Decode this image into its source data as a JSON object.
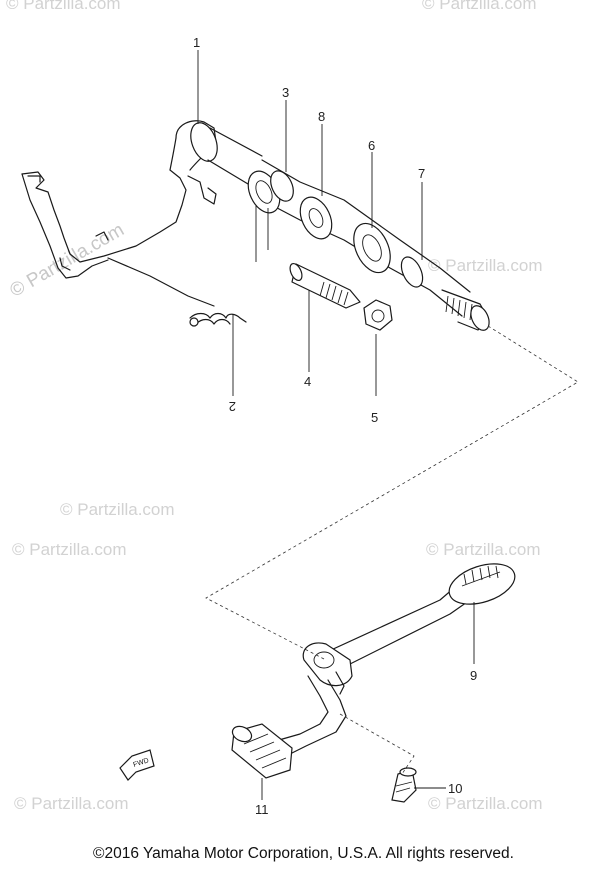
{
  "watermark": {
    "text": "© Partzilla.com"
  },
  "callouts": [
    "1",
    "2",
    "3",
    "4",
    "5",
    "6",
    "7",
    "8",
    "9",
    "10",
    "11"
  ],
  "fwd_label": "FWD",
  "copyright": "©2016 Yamaha Motor Corporation, U.S.A. All rights reserved."
}
